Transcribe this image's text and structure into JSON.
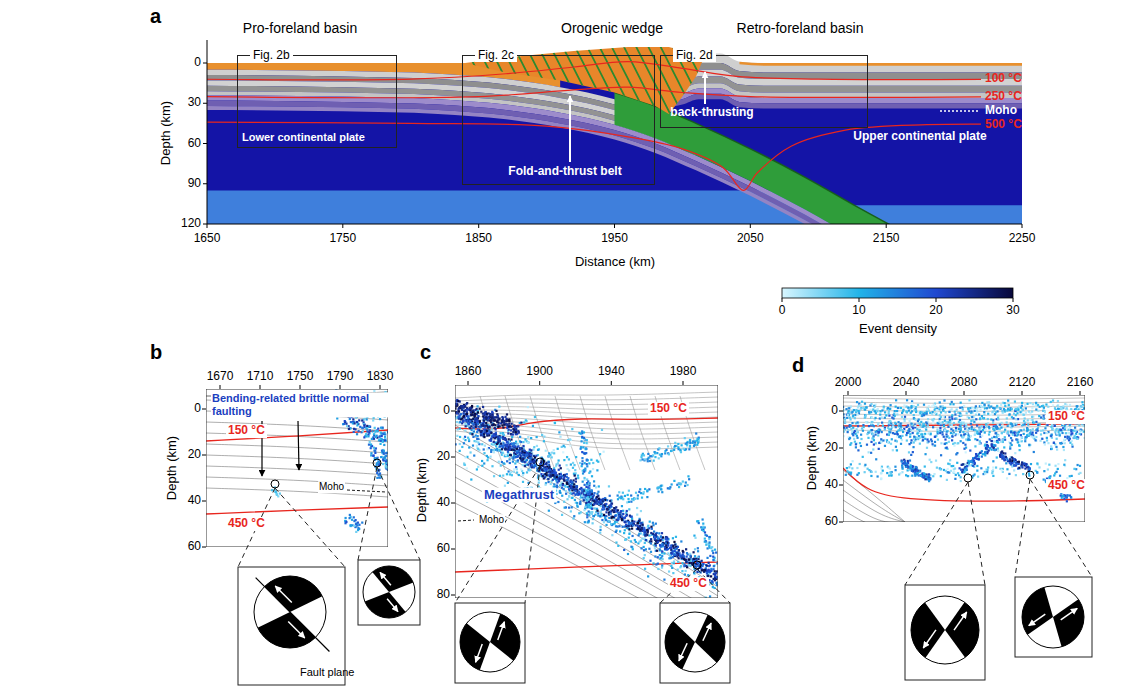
{
  "diagram": {
    "nodes": [
      {
        "text": [
          "Fig. 2b"
        ]
      },
      {
        "text": [
          "Fig. 2c"
        ]
      },
      {
        "text": [
          "Fig. 2d"
        ]
      }
    ],
    "labels": [
      "a",
      "Pro-foreland basin",
      "Orogenic wedge",
      "Retro-foreland basin",
      "100 °C",
      "250 °C",
      "Moho",
      "500 °C",
      "back-thrusting",
      "Lower continental plate",
      "Fold-and-thrust belt",
      "Upper continental plate",
      "Depth (km)",
      "0",
      "30",
      "60",
      "90",
      "120",
      "1650",
      "1750",
      "1850",
      "1950",
      "2050",
      "2150",
      "2250",
      "Distance (km)",
      "0",
      "10",
      "20",
      "30",
      "Event density",
      "b",
      "1670",
      "1710",
      "1750",
      "1790",
      "1830",
      "0",
      "20",
      "40",
      "60",
      "Depth (km)",
      "Bending-related brittle normal faulting",
      "150 °C",
      "Moho",
      "450 °C",
      "Fault plane",
      "c",
      "1860",
      "1900",
      "1940",
      "1980",
      "0",
      "20",
      "40",
      "60",
      "80",
      "Depth (km)",
      "150 °C",
      "Megathrust",
      "Moho",
      "450 °C",
      "d",
      "2000",
      "2040",
      "2080",
      "2120",
      "2160",
      "0",
      "20",
      "40",
      "60",
      "Depth (km)",
      "150 °C",
      "450 °C"
    ]
  }
}
